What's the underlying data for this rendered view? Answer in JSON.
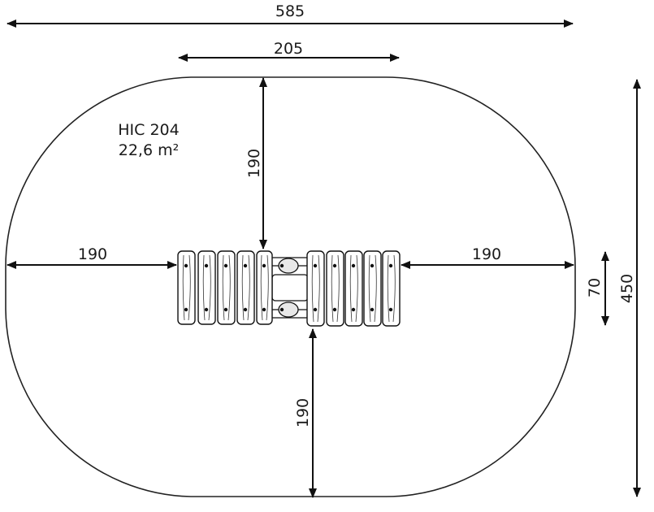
{
  "product": {
    "code": "HIC 204",
    "area": "22,6 m²"
  },
  "dimensions": {
    "total_width": "585",
    "equipment_width": "205",
    "top_clearance": "190",
    "left_clearance": "190",
    "right_clearance": "190",
    "bottom_clearance": "190",
    "equipment_depth": "70",
    "total_depth": "450"
  },
  "colors": {
    "line": "#111111",
    "background": "#ffffff"
  }
}
